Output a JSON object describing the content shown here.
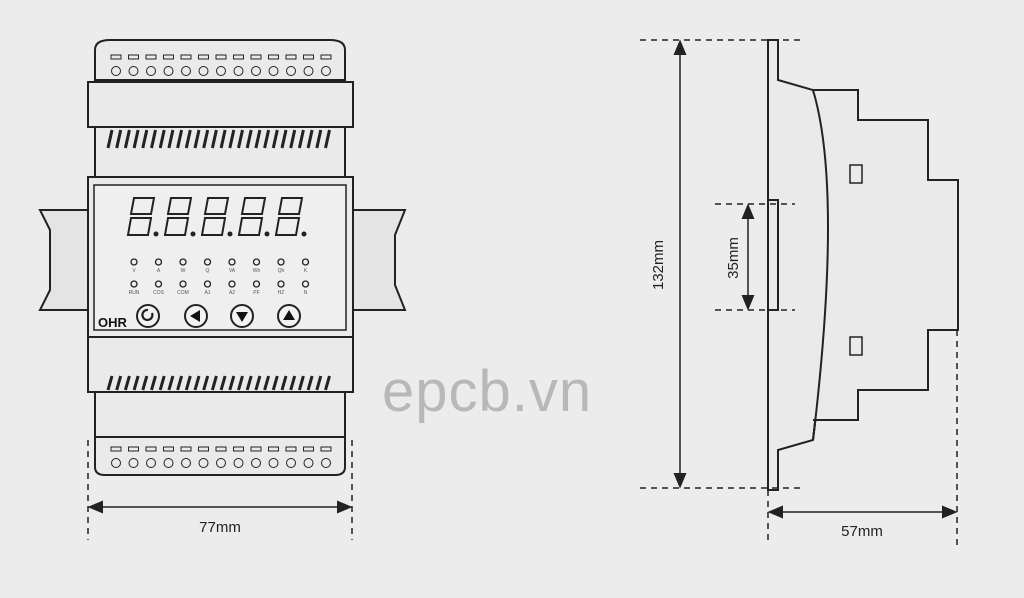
{
  "front_view": {
    "width_label": "77mm",
    "brand": "OHR",
    "display_digits": "88888",
    "indicators_row1": [
      "V",
      "A",
      "W",
      "Q",
      "VA",
      "Wh",
      "Qh",
      "K"
    ],
    "indicators_row2": [
      "RUN",
      "COS",
      "COM",
      "A1",
      "A2",
      "PF",
      "HZ",
      "N"
    ],
    "buttons": [
      "enter",
      "left",
      "down",
      "up"
    ]
  },
  "side_view": {
    "height_label": "132mm",
    "rail_label": "35mm",
    "depth_label": "57mm"
  },
  "watermark": "epcb.vn"
}
